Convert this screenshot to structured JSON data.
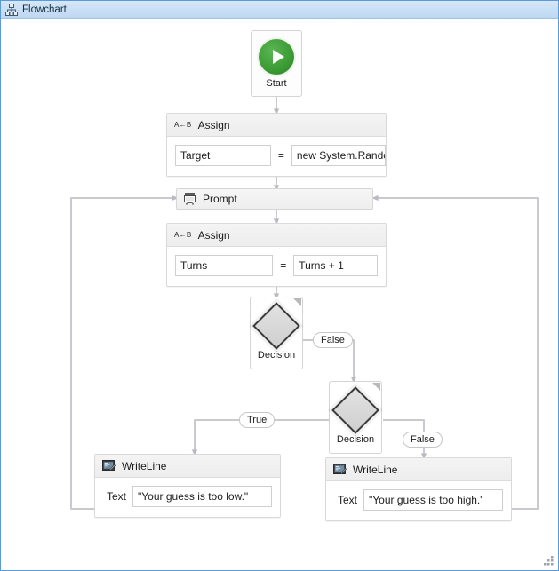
{
  "window": {
    "title": "Flowchart",
    "title_icon": "flowchart-hierarchy-icon"
  },
  "canvas": {
    "start": {
      "label": "Start",
      "icon": "play-icon"
    },
    "assign_target": {
      "icon": "assign-icon",
      "title": "Assign",
      "to": "Target",
      "operator": "=",
      "value": "new System.Randor"
    },
    "prompt": {
      "icon": "prompt-screen-icon",
      "title": "Prompt"
    },
    "assign_turns": {
      "icon": "assign-icon",
      "title": "Assign",
      "to": "Turns",
      "operator": "=",
      "value": "Turns + 1"
    },
    "decision_one": {
      "icon": "decision-diamond-icon",
      "label": "Decision",
      "false_branch": "False"
    },
    "decision_two": {
      "icon": "decision-diamond-icon",
      "label": "Decision",
      "true_branch": "True",
      "false_branch": "False"
    },
    "writeline_low": {
      "icon": "writeline-icon",
      "title": "WriteLine",
      "field_label": "Text",
      "field_value": "\"Your guess is too low.\""
    },
    "writeline_high": {
      "icon": "writeline-icon",
      "title": "WriteLine",
      "field_label": "Text",
      "field_value": "\"Your guess is too high.\""
    }
  },
  "colors": {
    "window_border": "#5b9bd5",
    "titlebar": "#c9dff5",
    "start_green": "#3a9a33",
    "connector": "#c9c9d0",
    "node_border": "#d4d4d4"
  }
}
